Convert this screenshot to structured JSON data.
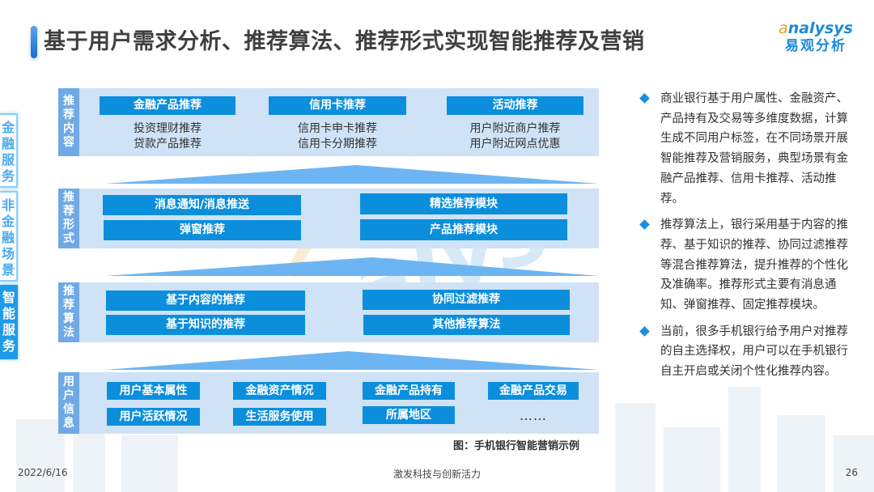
{
  "header": {
    "title": "基于用户需求分析、推荐算法、推荐形式实现智能推荐及营销",
    "logo_en_prefix": "a",
    "logo_en_rest": "nalysys",
    "logo_cn": "易观分析"
  },
  "side_tabs": [
    {
      "label": "金融服务",
      "style": "outline"
    },
    {
      "label": "非金融场景",
      "style": "outline"
    },
    {
      "label": "智能服务",
      "style": "filled"
    }
  ],
  "diagram": {
    "content_layer": {
      "label": "推荐内容",
      "columns": [
        {
          "title": "金融产品推荐",
          "items": [
            "投资理财推荐",
            "贷款产品推荐"
          ]
        },
        {
          "title": "信用卡推荐",
          "items": [
            "信用卡申卡推荐",
            "信用卡分期推荐"
          ]
        },
        {
          "title": "活动推荐",
          "items": [
            "用户附近商户推荐",
            "用户附近网点优惠"
          ]
        }
      ]
    },
    "form_layer": {
      "label": "推荐形式",
      "items": [
        "消息通知/消息推送",
        "弹窗推荐",
        "精选推荐模块",
        "产品推荐模块"
      ]
    },
    "algorithm_layer": {
      "label": "推荐算法",
      "items": [
        "基于内容的推荐",
        "基于知识的推荐",
        "协同过滤推荐",
        "其他推荐算法"
      ]
    },
    "user_layer": {
      "label": "用户信息",
      "items": [
        "用户基本属性",
        "金融资产情况",
        "金融产品持有",
        "金融产品交易",
        "用户活跃情况",
        "生活服务使用",
        "所属地区",
        "……"
      ]
    },
    "caption": "图：手机银行智能营销示例"
  },
  "bullets": [
    "商业银行基于用户属性、金融资产、产品持有及交易等多维度数据，计算生成不同用户标签，在不同场景开展智能推荐及营销服务，典型场景有金融产品推荐、信用卡推荐、活动推荐。",
    "推荐算法上，银行采用基于内容的推荐、基于知识的推荐、协同过滤推荐等混合推荐算法，提升推荐的个性化及准确率。推荐形式主要有消息通知、弹窗推荐、固定推荐模块。",
    "当前，很多手机银行给予用户对推荐的自主选择权，用户可以在手机银行自主开启或关闭个性化推荐内容。"
  ],
  "footer": {
    "date": "2022/6/16",
    "slogan": "激发科技与创新活力",
    "page": "26"
  },
  "colors": {
    "accent": "#0b8fdc",
    "layer_bg": "#cfe2f6",
    "layer_label": "#6fa9e6",
    "arrow": "#6db5f2",
    "logo_orange": "#f49a1a",
    "logo_blue": "#1b8ad8"
  }
}
